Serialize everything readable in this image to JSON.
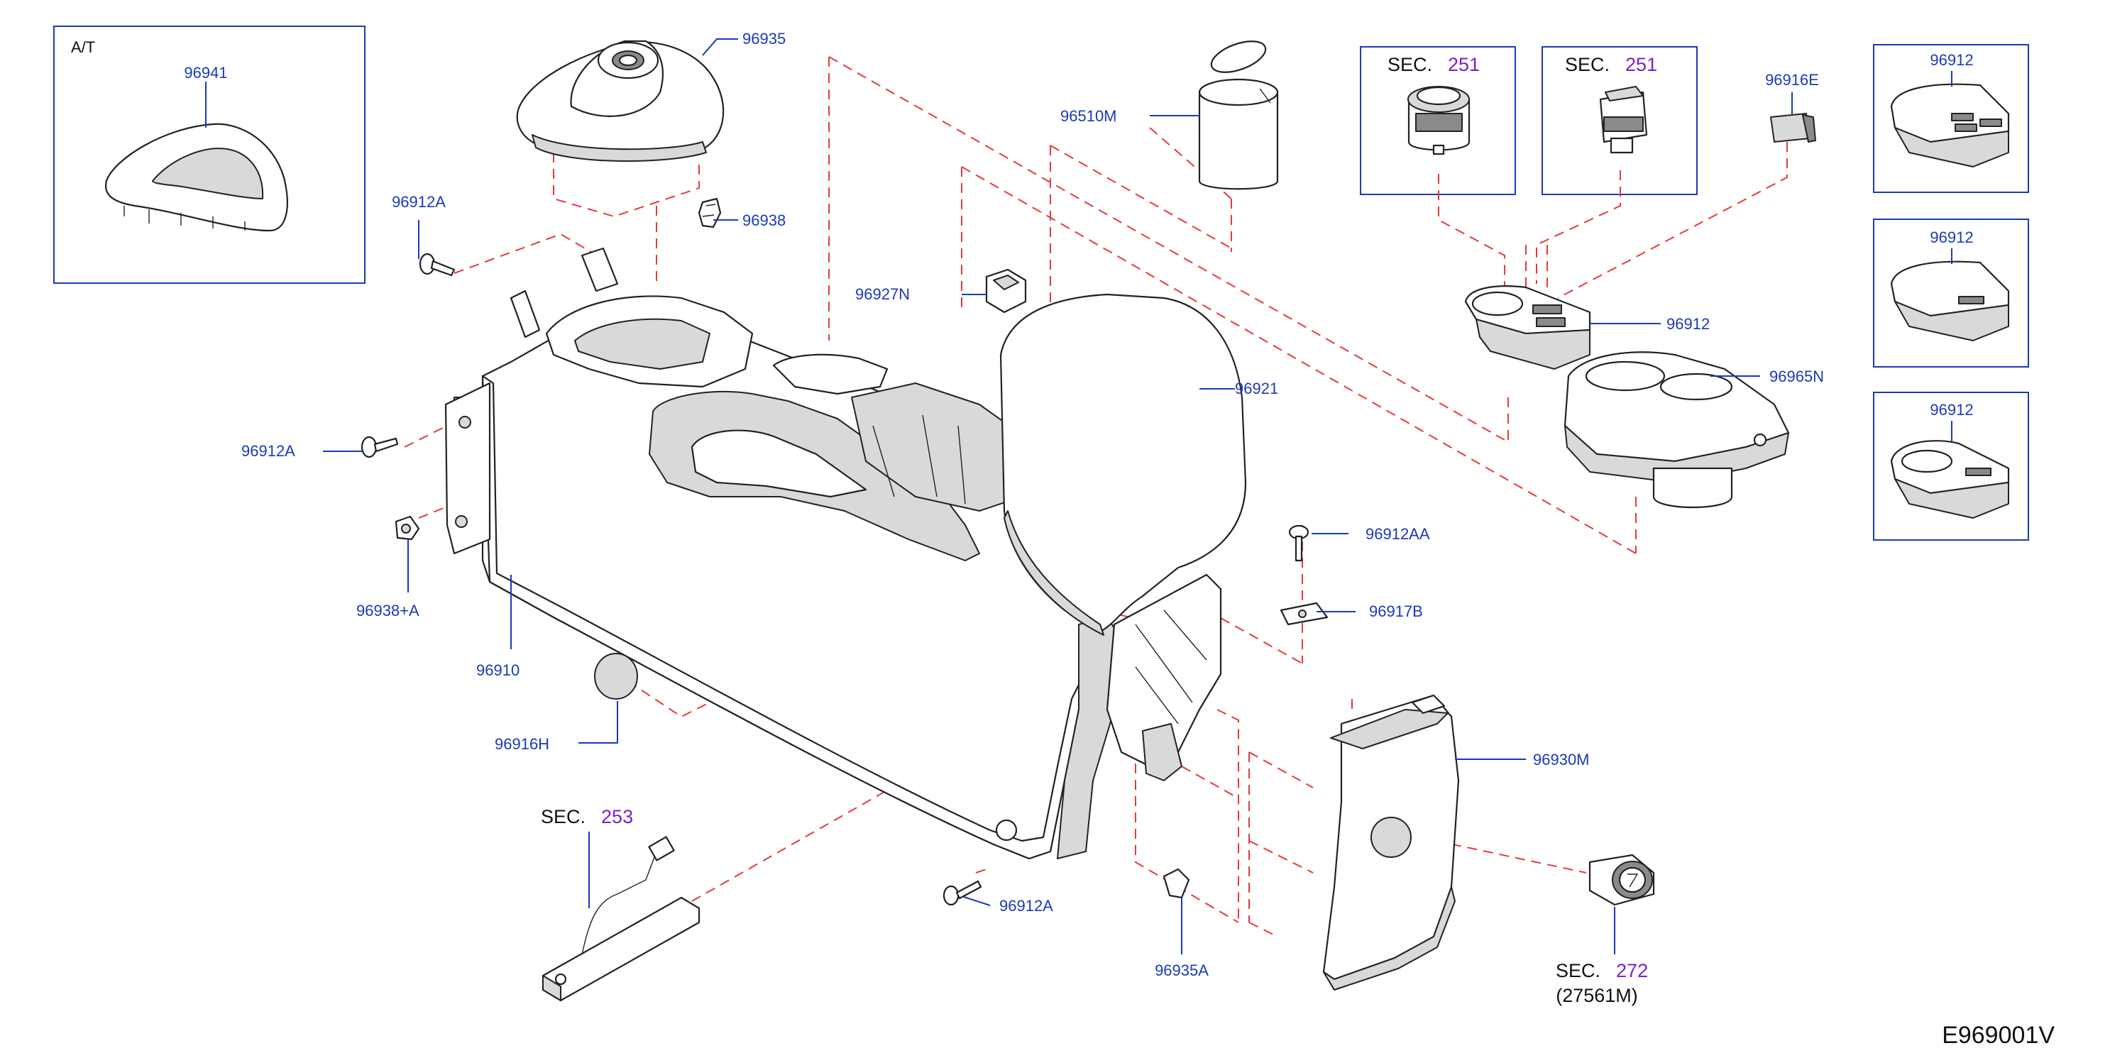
{
  "diagram_code": "E969001V",
  "at_label": "A/T",
  "parts": {
    "p96941": "96941",
    "p96935": "96935",
    "p96912A_top": "96912A",
    "p96938": "96938",
    "p96510M": "96510M",
    "p96927N": "96927N",
    "p96921": "96921",
    "p96912A_left": "96912A",
    "p96938A": "96938+A",
    "p96910": "96910",
    "p96916H": "96916H",
    "p96912AA": "96912AA",
    "p96917B": "96917B",
    "p96912_mid": "96912",
    "p96965N": "96965N",
    "p96916E": "96916E",
    "p96912_r1": "96912",
    "p96912_r2": "96912",
    "p96912_r3": "96912",
    "p96930M": "96930M",
    "p96912A_bottom": "96912A",
    "p96935A": "96935A"
  },
  "sections": {
    "sec251a": {
      "prefix": "SEC.",
      "num": "251"
    },
    "sec251b": {
      "prefix": "SEC.",
      "num": "251"
    },
    "sec253": {
      "prefix": "SEC.",
      "num": "253"
    },
    "sec272": {
      "prefix": "SEC.",
      "num": "272",
      "sub": "(27561M)"
    }
  },
  "colors": {
    "label": "#1a3ab8",
    "section_number": "#7a1fd0",
    "dashed_line": "#e8383d",
    "outline": "#222222"
  }
}
